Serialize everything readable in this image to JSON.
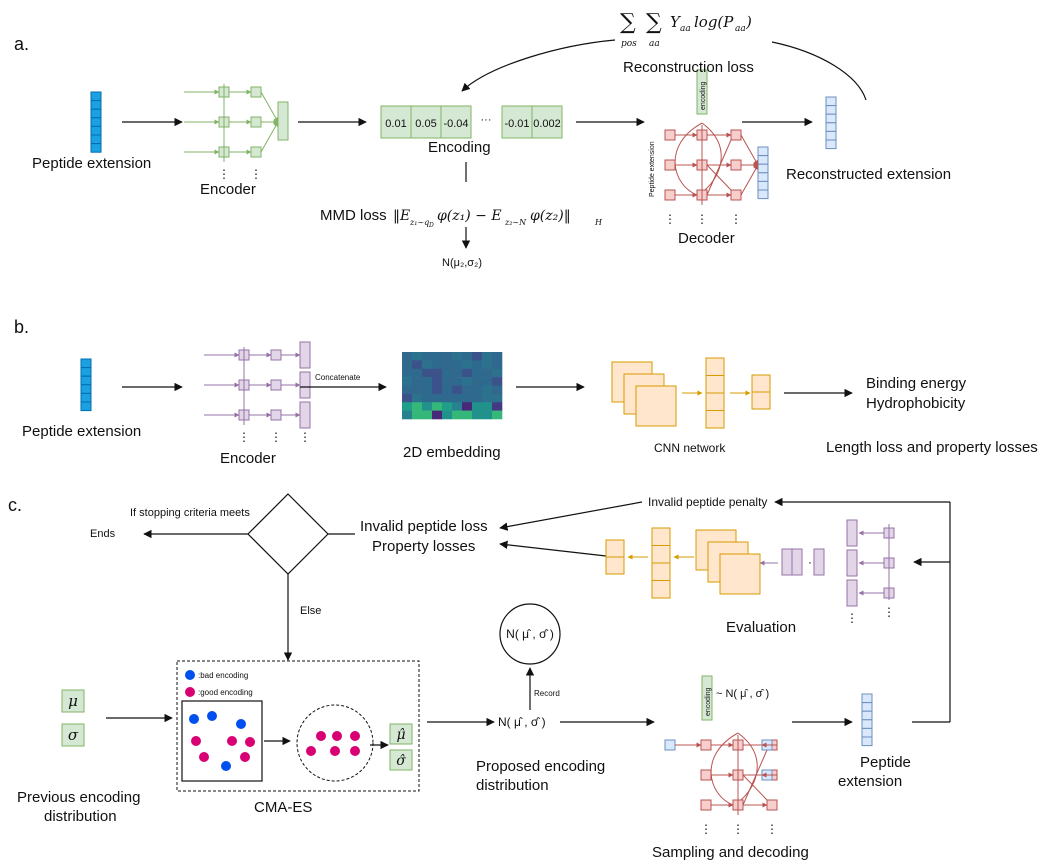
{
  "panels": {
    "a": {
      "label": "a.",
      "input_label": "Peptide extension",
      "encoder_label": "Encoder",
      "encoding_label": "Encoding",
      "encoding_values": [
        "0.01",
        "0.05",
        "-0.04",
        "-0.01",
        "0.002"
      ],
      "ellipsis": "···",
      "formula": "∑ ∑ Y",
      "formula_sum1_sub": "pos",
      "formula_sum2_sub": "aa",
      "formula_rest_sub": "aa",
      "formula_log": "log(P",
      "formula_log_sub": "aa",
      "formula_close": ")",
      "reconstruction_loss": "Reconstruction loss",
      "mmd_prefix": "MMD loss",
      "mmd_formula": "‖E_{z₁∼q_D} φ(z₁) − E_{z₂∼N} φ(z₂)‖_H",
      "prior": "N(μ₂,σ₂)",
      "decoder_label": "Decoder",
      "decoder_encoding_tag": "encoding",
      "decoder_side_label": "Peptide extension",
      "output_label": "Reconstructed extension"
    },
    "b": {
      "label": "b.",
      "input_label": "Peptide extension",
      "encoder_label": "Encoder",
      "concat_label": "Concatenate",
      "embedding_label": "2D embedding",
      "cnn_label": "CNN network",
      "output_line1": "Binding energy",
      "output_line2": "Hydrophobicity",
      "loss_label": "Length loss and property losses"
    },
    "c": {
      "label": "c.",
      "stop_label": "If stopping criteria meets",
      "ends_label": "Ends",
      "else_label": "Else",
      "loss_line1": "Invalid peptide loss",
      "loss_line2": "Property losses",
      "penalty_label": "Invalid peptide penalty",
      "evaluation_label": "Evaluation",
      "mu": "μ",
      "sigma": "σ",
      "prev_dist_line1": "Previous encoding",
      "prev_dist_line2": "distribution",
      "legend_bad": ":bad encoding",
      "legend_good": ":good encoding",
      "cmaes_label": "CMA-ES",
      "mu_hat": "μ̂",
      "sigma_hat": "σ̂",
      "record_label": "Record",
      "record_node": "N( μ̂ , σ̂ )",
      "proposed_node": "N( μ̂ , σ̂ )",
      "proposed_line1": "Proposed encoding",
      "proposed_line2": "distribution",
      "sampling_tag": "encoding",
      "sampling_dist": "~ N( μ̂ , σ̂ )",
      "sampling_label": "Sampling and decoding",
      "peptide_line1": "Peptide",
      "peptide_line2": "extension"
    }
  },
  "colors": {
    "blue_fill": "#1ba1e2",
    "green_fill": "#d5e8d4",
    "green_stroke": "#82b366",
    "purple_fill": "#e1d5e7",
    "purple_stroke": "#9673a6",
    "red_fill": "#f8cecc",
    "red_stroke": "#b85450",
    "lightblue_fill": "#dae8fc",
    "lightblue_stroke": "#6c8ebf",
    "orange_fill": "#ffe6cc",
    "orange_stroke": "#d79b00",
    "bad_dot": "#0050ef",
    "good_dot": "#d80073"
  }
}
